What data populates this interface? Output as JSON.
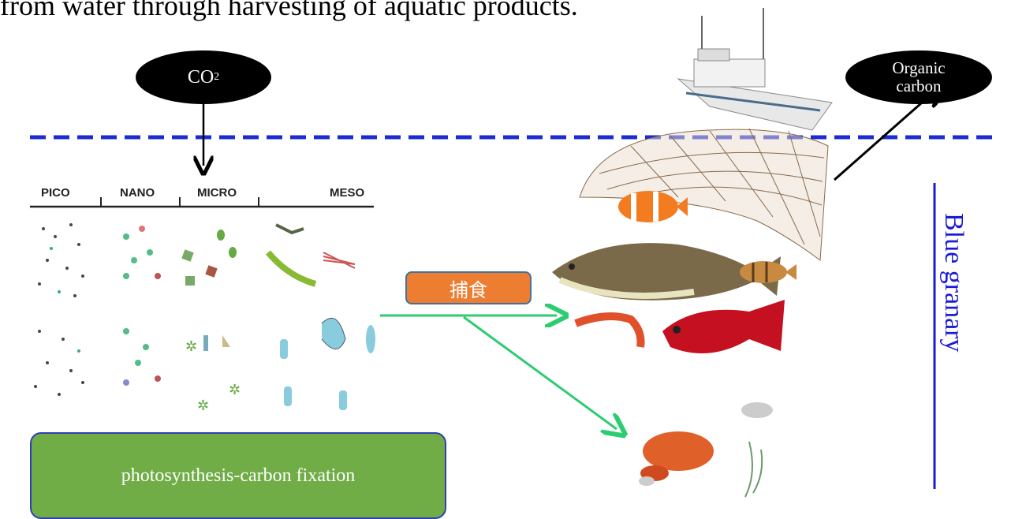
{
  "header": {
    "text": "from water through harvesting of aquatic products."
  },
  "co2": {
    "main": "CO",
    "sub": "2"
  },
  "organic_carbon": {
    "line1": "Organic",
    "line2": "carbon"
  },
  "plankton_sizes": [
    "PICO",
    "NANO",
    "MICRO",
    "MESO"
  ],
  "predation_label": "捕食",
  "photosynthesis_label": "photosynthesis-carbon fixation",
  "blue_granary": "Blue granary",
  "colors": {
    "ellipse": "#000000",
    "dashed_line": "#1c2bd1",
    "predation_box": "#ed7d31",
    "photosynthesis_box": "#70ad47",
    "green_arrow": "#2ecc71",
    "blue_text": "#1b1bd6"
  }
}
